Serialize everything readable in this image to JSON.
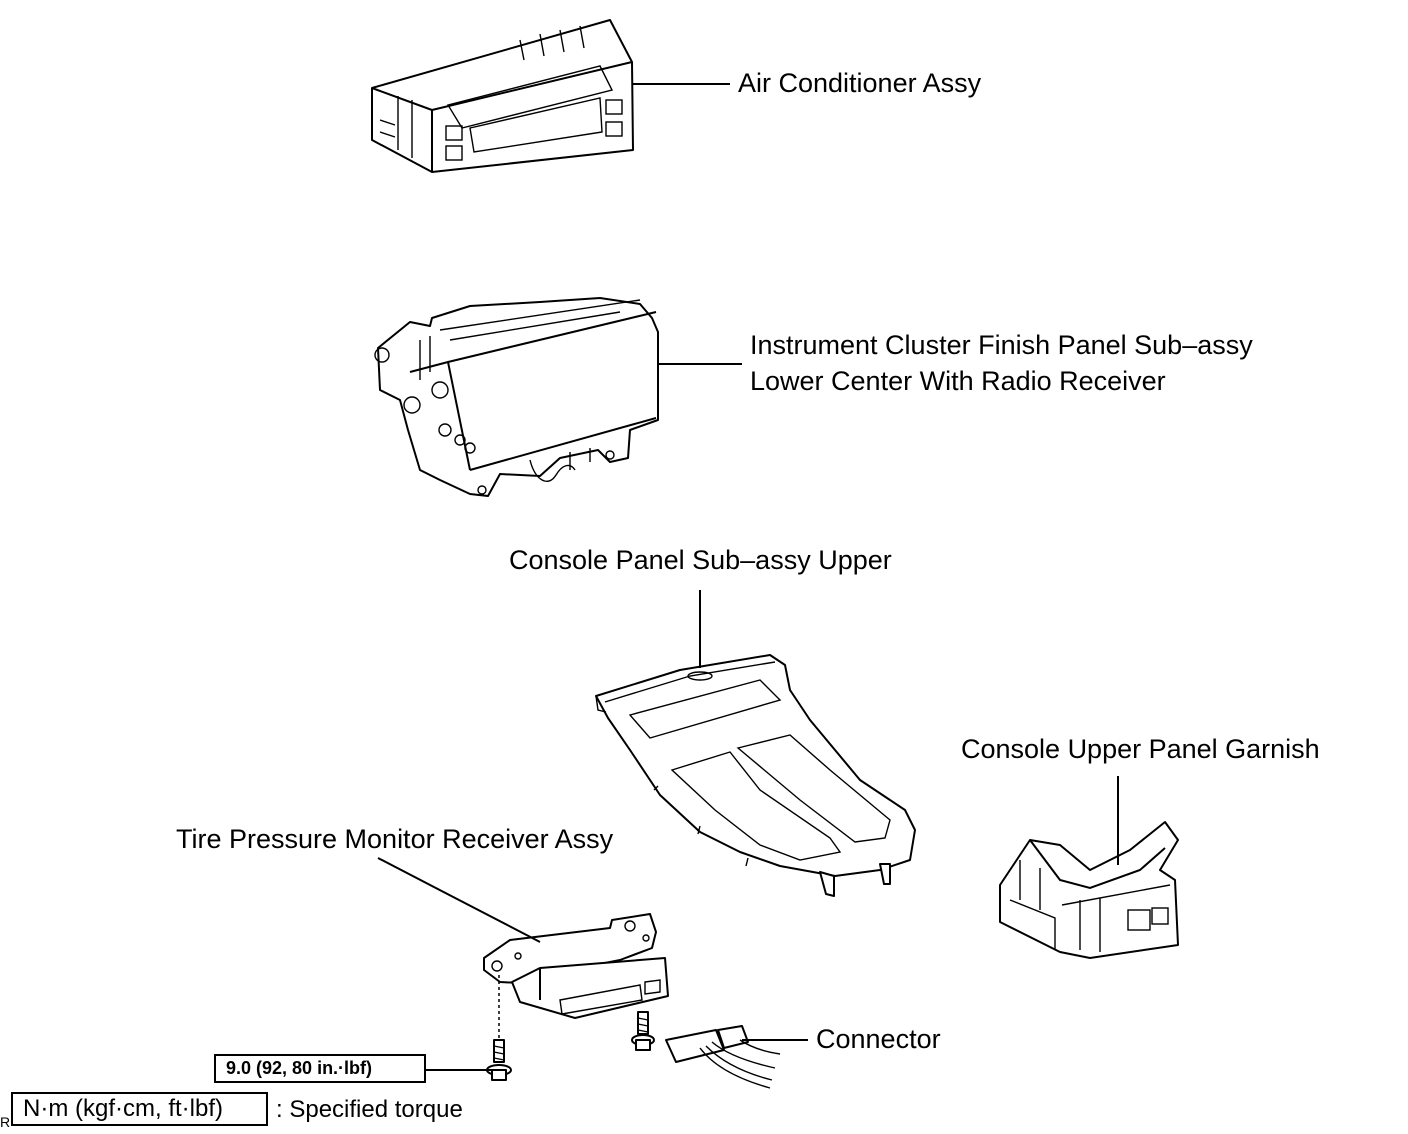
{
  "labels": {
    "air_conditioner": "Air Conditioner Assy",
    "cluster_panel_line1": "Instrument Cluster Finish Panel Sub–assy",
    "cluster_panel_line2": "Lower Center With Radio Receiver",
    "console_panel_upper": "Console Panel Sub–assy Upper",
    "console_garnish": "Console Upper Panel Garnish",
    "tire_pressure_receiver": "Tire Pressure Monitor Receiver Assy",
    "connector": "Connector"
  },
  "torque": {
    "value": "9.0 (92, 80 in.·lbf)"
  },
  "legend": {
    "units": "N·m (kgf·cm, ft·lbf)",
    "description": ": Specified torque"
  },
  "corner_mark": "R"
}
